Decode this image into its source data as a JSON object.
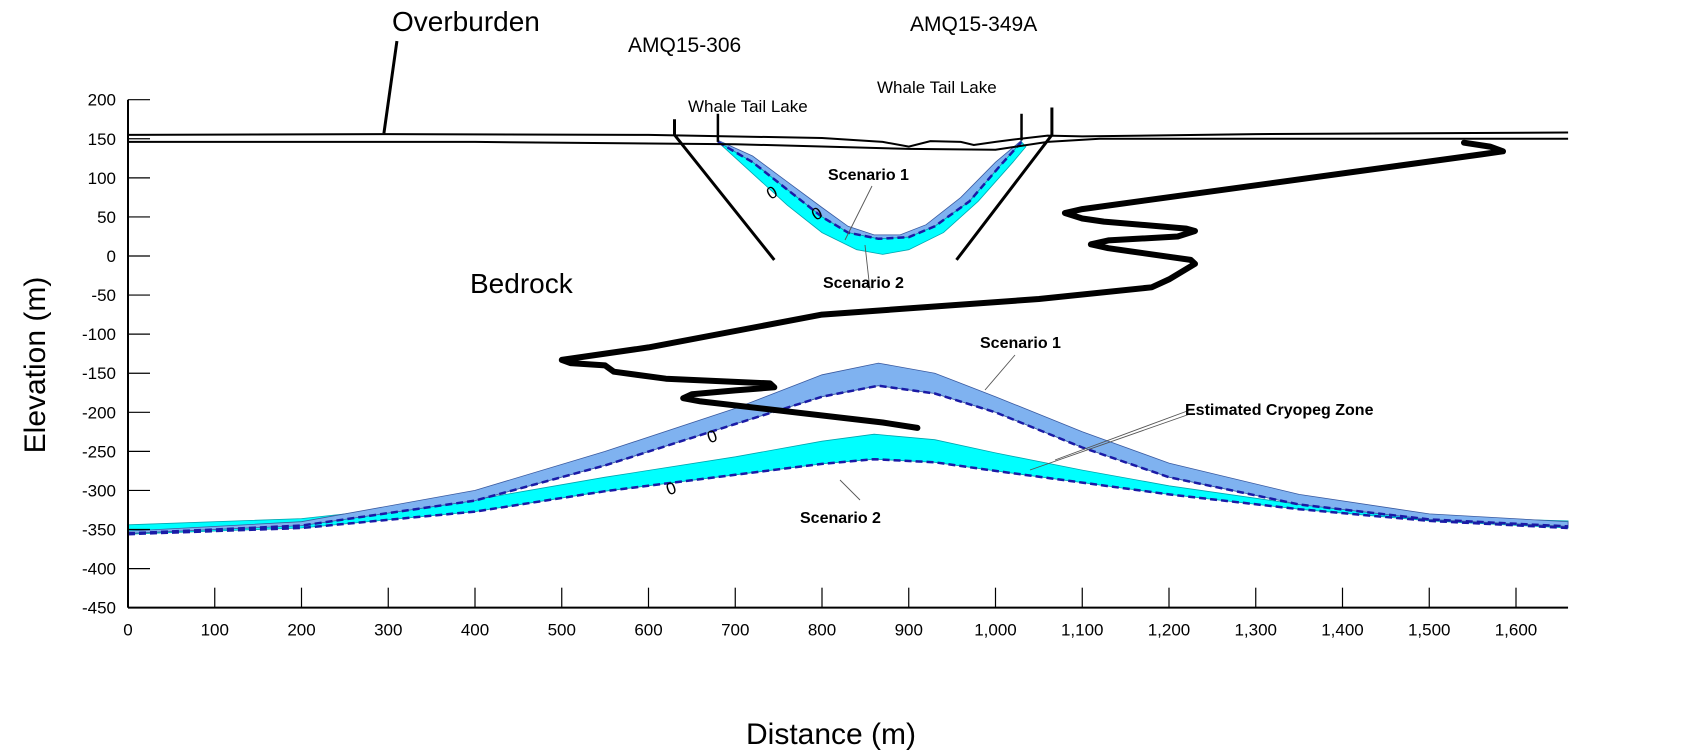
{
  "labels": {
    "overburden": "Overburden",
    "bedrock": "Bedrock",
    "hole_a": "AMQ15-306",
    "hole_b": "AMQ15-349A",
    "lake_1": "Whale Tail Lake",
    "lake_2": "Whale Tail Lake",
    "top_scenario_1": "Scenario 1",
    "top_scenario_2": "Scenario 2",
    "bottom_scenario_1": "Scenario 1",
    "bottom_scenario_2": "Scenario 2",
    "cryopeg": "Estimated Cryopeg Zone",
    "zero_marks": [
      "0",
      "0",
      "0",
      "0"
    ]
  },
  "chart_data": {
    "type": "cross-section",
    "xlabel": "Distance (m)",
    "ylabel": "Elevation (m)",
    "xlim": [
      0,
      1660
    ],
    "ylim": [
      -450,
      200
    ],
    "xticks": [
      0,
      100,
      200,
      300,
      400,
      500,
      600,
      700,
      800,
      900,
      1000,
      1100,
      1200,
      1300,
      1400,
      1500,
      1600
    ],
    "xtick_labels": [
      "0",
      "100",
      "200",
      "300",
      "400",
      "500",
      "600",
      "700",
      "800",
      "900",
      "1,000",
      "1,100",
      "1,200",
      "1,300",
      "1,400",
      "1,500",
      "1,600"
    ],
    "yticks": [
      200,
      150,
      100,
      50,
      0,
      -50,
      -100,
      -150,
      -200,
      -250,
      -300,
      -350,
      -400,
      -450
    ],
    "ytick_labels": [
      "200",
      "150",
      "100",
      "50",
      "0",
      "-50",
      "-100",
      "-150",
      "-200",
      "-250",
      "-300",
      "-350",
      "-400",
      "-450"
    ],
    "colors": {
      "scenario_1_fill": "#7fb2f0",
      "scenario_2_fill": "#00ffff",
      "dashed_line": "#1a1aa6",
      "outline": "#000000"
    },
    "ground_surface": [
      [
        0,
        155
      ],
      [
        300,
        156
      ],
      [
        600,
        155
      ],
      [
        800,
        151
      ],
      [
        870,
        146
      ],
      [
        900,
        140
      ],
      [
        925,
        147
      ],
      [
        960,
        146
      ],
      [
        975,
        142
      ],
      [
        1000,
        146
      ],
      [
        1020,
        149
      ],
      [
        1060,
        154
      ],
      [
        1100,
        153
      ],
      [
        1300,
        156
      ],
      [
        1660,
        158
      ]
    ],
    "bedrock_surface": [
      [
        0,
        146
      ],
      [
        400,
        146
      ],
      [
        700,
        143
      ],
      [
        900,
        137
      ],
      [
        1000,
        136
      ],
      [
        1060,
        146
      ],
      [
        1120,
        150
      ],
      [
        1400,
        150
      ],
      [
        1660,
        150
      ]
    ],
    "top_zone": {
      "scenario_1_upper": [
        [
          680,
          148
        ],
        [
          720,
          128
        ],
        [
          760,
          95
        ],
        [
          800,
          62
        ],
        [
          830,
          38
        ],
        [
          860,
          27
        ],
        [
          890,
          27
        ],
        [
          920,
          40
        ],
        [
          960,
          75
        ],
        [
          1000,
          120
        ],
        [
          1030,
          148
        ]
      ],
      "scenario_1_dashed": [
        [
          680,
          146
        ],
        [
          720,
          120
        ],
        [
          760,
          85
        ],
        [
          800,
          50
        ],
        [
          830,
          30
        ],
        [
          865,
          22
        ],
        [
          900,
          24
        ],
        [
          930,
          38
        ],
        [
          970,
          70
        ],
        [
          1005,
          115
        ],
        [
          1030,
          146
        ]
      ],
      "scenario_2_lower": [
        [
          760,
          65
        ],
        [
          800,
          30
        ],
        [
          840,
          8
        ],
        [
          870,
          2
        ],
        [
          900,
          8
        ],
        [
          940,
          30
        ],
        [
          980,
          70
        ],
        [
          1020,
          120
        ],
        [
          1035,
          140
        ]
      ]
    },
    "bottom_zone": {
      "scenario_1_upper": [
        [
          0,
          -352
        ],
        [
          200,
          -340
        ],
        [
          400,
          -300
        ],
        [
          550,
          -250
        ],
        [
          700,
          -195
        ],
        [
          800,
          -152
        ],
        [
          865,
          -137
        ],
        [
          930,
          -150
        ],
        [
          1000,
          -180
        ],
        [
          1100,
          -225
        ],
        [
          1200,
          -265
        ],
        [
          1350,
          -305
        ],
        [
          1500,
          -330
        ],
        [
          1660,
          -340
        ]
      ],
      "scenario_1_dashed": [
        [
          0,
          -355
        ],
        [
          200,
          -345
        ],
        [
          400,
          -313
        ],
        [
          550,
          -268
        ],
        [
          700,
          -215
        ],
        [
          800,
          -180
        ],
        [
          865,
          -166
        ],
        [
          930,
          -176
        ],
        [
          1000,
          -200
        ],
        [
          1100,
          -245
        ],
        [
          1200,
          -283
        ],
        [
          1350,
          -318
        ],
        [
          1500,
          -337
        ],
        [
          1660,
          -346
        ]
      ],
      "scenario_2_upper": [
        [
          0,
          -344
        ],
        [
          200,
          -336
        ],
        [
          400,
          -312
        ],
        [
          550,
          -283
        ],
        [
          700,
          -257
        ],
        [
          800,
          -237
        ],
        [
          860,
          -228
        ],
        [
          930,
          -235
        ],
        [
          1000,
          -252
        ],
        [
          1100,
          -274
        ],
        [
          1200,
          -294
        ],
        [
          1350,
          -318
        ],
        [
          1500,
          -334
        ],
        [
          1660,
          -339
        ]
      ],
      "scenario_2_dashed": [
        [
          0,
          -356
        ],
        [
          200,
          -348
        ],
        [
          400,
          -327
        ],
        [
          550,
          -301
        ],
        [
          700,
          -280
        ],
        [
          800,
          -266
        ],
        [
          860,
          -260
        ],
        [
          930,
          -264
        ],
        [
          1000,
          -275
        ],
        [
          1100,
          -290
        ],
        [
          1200,
          -305
        ],
        [
          1350,
          -324
        ],
        [
          1500,
          -339
        ],
        [
          1660,
          -348
        ]
      ]
    },
    "boundary_line": [
      [
        1540,
        145
      ],
      [
        1570,
        140
      ],
      [
        1585,
        134
      ],
      [
        1560,
        130
      ],
      [
        1100,
        60
      ],
      [
        1080,
        55
      ],
      [
        1100,
        48
      ],
      [
        1125,
        44
      ],
      [
        1220,
        35
      ],
      [
        1230,
        32
      ],
      [
        1210,
        25
      ],
      [
        1130,
        20
      ],
      [
        1110,
        15
      ],
      [
        1130,
        10
      ],
      [
        1225,
        -5
      ],
      [
        1230,
        -10
      ],
      [
        1200,
        -30
      ],
      [
        1180,
        -40
      ],
      [
        1050,
        -55
      ],
      [
        800,
        -75
      ],
      [
        600,
        -117
      ],
      [
        500,
        -133
      ],
      [
        510,
        -137
      ],
      [
        550,
        -140
      ],
      [
        560,
        -148
      ],
      [
        620,
        -157
      ],
      [
        740,
        -163
      ],
      [
        745,
        -168
      ],
      [
        700,
        -172
      ],
      [
        650,
        -177
      ],
      [
        640,
        -182
      ],
      [
        660,
        -186
      ],
      [
        870,
        -213
      ],
      [
        910,
        -220
      ]
    ],
    "drill_holes": [
      {
        "top": [
          630,
          175
        ],
        "bend": [
          630,
          155
        ],
        "bottom": [
          745,
          -5
        ]
      },
      {
        "top": [
          1065,
          190
        ],
        "bend": [
          1065,
          155
        ],
        "bottom": [
          955,
          -5
        ]
      }
    ],
    "lake_stems": [
      {
        "x": 680,
        "top": 182,
        "bottom": 146
      },
      {
        "x": 1030,
        "top": 182,
        "bottom": 148
      }
    ],
    "overburden_leader": [
      [
        295,
        157
      ],
      [
        310,
        275
      ]
    ]
  }
}
